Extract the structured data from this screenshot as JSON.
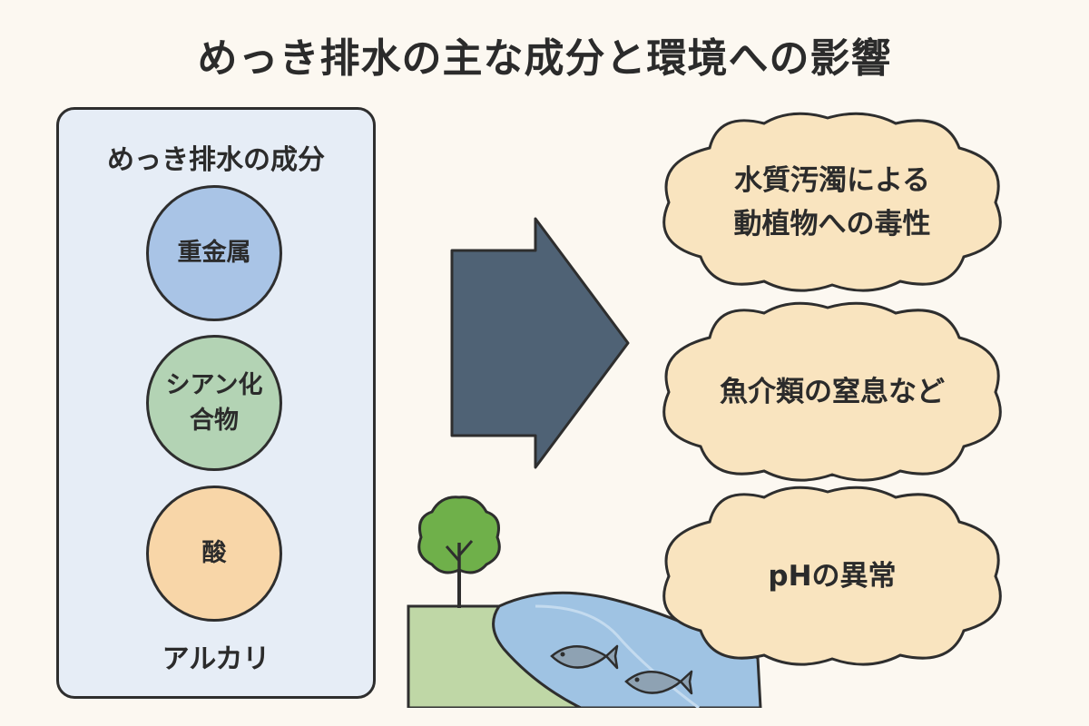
{
  "title": "めっき排水の主な成分と環境への影響",
  "components": {
    "heading": "めっき排水の成分",
    "items": [
      {
        "lines": [
          "重金属"
        ],
        "color": "#a9c4e6"
      },
      {
        "lines": [
          "シアン化",
          "合物"
        ],
        "color": "#b3d3b4"
      },
      {
        "lines": [
          "酸"
        ],
        "color": "#f8d6a8"
      }
    ],
    "extra": "アルカリ"
  },
  "arrow_color": "#4f6275",
  "effects": [
    {
      "lines": [
        "水質汚濁による",
        "動植物への毒性"
      ]
    },
    {
      "lines": [
        "魚介類の窒息など"
      ]
    },
    {
      "lines": [
        "pHの異常"
      ]
    }
  ],
  "cloud_color": "#f9e4bf",
  "scene": {
    "tree-icon": "tree",
    "river-icon": "river",
    "fish-icon": "fish"
  }
}
